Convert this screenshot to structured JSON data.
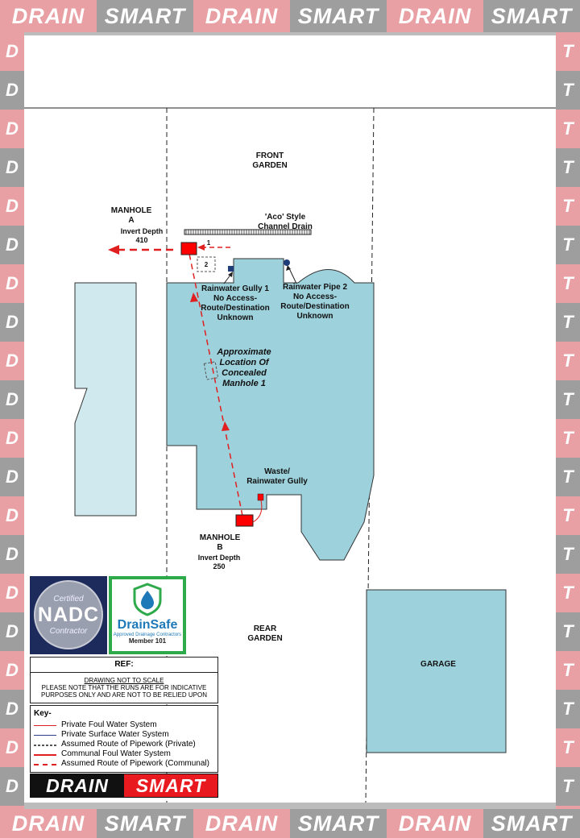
{
  "watermark": {
    "word1": "DRAIN",
    "word2": "SMART",
    "side_glyph_left": "D",
    "side_glyph_right": "T"
  },
  "labels": {
    "front_garden": "FRONT\nGARDEN",
    "rear_garden": "REAR\nGARDEN",
    "garage": "GARAGE",
    "aco_drain": "'Aco' Style\nChannel Drain",
    "manhole_a": "MANHOLE\nA",
    "manhole_a_depth": "Invert Depth\n410",
    "manhole_b": "MANHOLE\nB",
    "manhole_b_depth": "Invert Depth\n250",
    "gully1": "Rainwater Gully 1\nNo Access-\nRoute/Destination\nUnknown",
    "pipe2": "Rainwater Pipe 2\nNo Access-\nRoute/Destination\nUnknown",
    "concealed": "Approximate\nLocation Of\nConcealed\nManhole 1",
    "waste_gully": "Waste/\nRainwater Gully",
    "num1": "1",
    "num2": "2"
  },
  "logos": {
    "nadc_top": "Certified",
    "nadc_main": "NADC",
    "nadc_bottom": "Contractor",
    "drainsafe_name": "DrainSafe",
    "drainsafe_sub": "Approved Drainage Contractors",
    "drainsafe_member": "Member 101"
  },
  "notes": {
    "ref": "REF:",
    "not_to_scale": "DRAWING NOT TO  SCALE",
    "disclaimer": "PLEASE NOTE THAT THE RUNS ARE FOR INDICATIVE\nPURPOSES ONLY AND ARE NOT TO BE RELIED UPON"
  },
  "key": {
    "title": "Key-",
    "items": [
      {
        "label": "Private Foul Water System",
        "color": "#e02020",
        "style": "solid-thin"
      },
      {
        "label": "Private Surface Water System",
        "color": "#2a3f8a",
        "style": "solid-thin"
      },
      {
        "label": "Assumed Route of Pipework (Private)",
        "color": "#555555",
        "style": "dashed-thin"
      },
      {
        "label": "Communal Foul Water System",
        "color": "#e02020",
        "style": "solid-thick"
      },
      {
        "label": "Assumed Route of Pipework (Communal)",
        "color": "#e02020",
        "style": "dashed-thick"
      }
    ]
  },
  "colors": {
    "house": "#9dd1dc",
    "neighbour": "#cfe9ee",
    "manhole": "#ff0000",
    "communal": "#e02020"
  }
}
